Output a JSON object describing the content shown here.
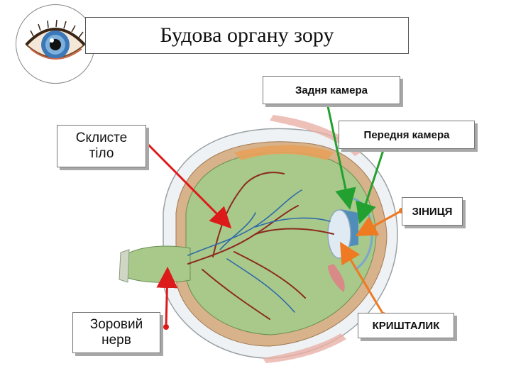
{
  "title": "Будова органу зору",
  "labels": {
    "zadnya_kamera": "Задня камера",
    "perednya_kamera": "Передня камера",
    "zinytsya": "ЗІНИЦЯ",
    "kryshtalyk": "КРИШТАЛИК",
    "sklysté_line1": "Склисте",
    "sklysté_line2": "тіло",
    "zorovyi_line1": "Зоровий",
    "zorovyi_line2": "нерв"
  },
  "colors": {
    "green_arrow": "#22a030",
    "red_arrow": "#dd1a1a",
    "orange_arrow": "#ee7a22",
    "eye_fill": "#a8c98a",
    "iris_blue": "#3a7fc4"
  },
  "icons": [
    "eye-logo-icon"
  ]
}
